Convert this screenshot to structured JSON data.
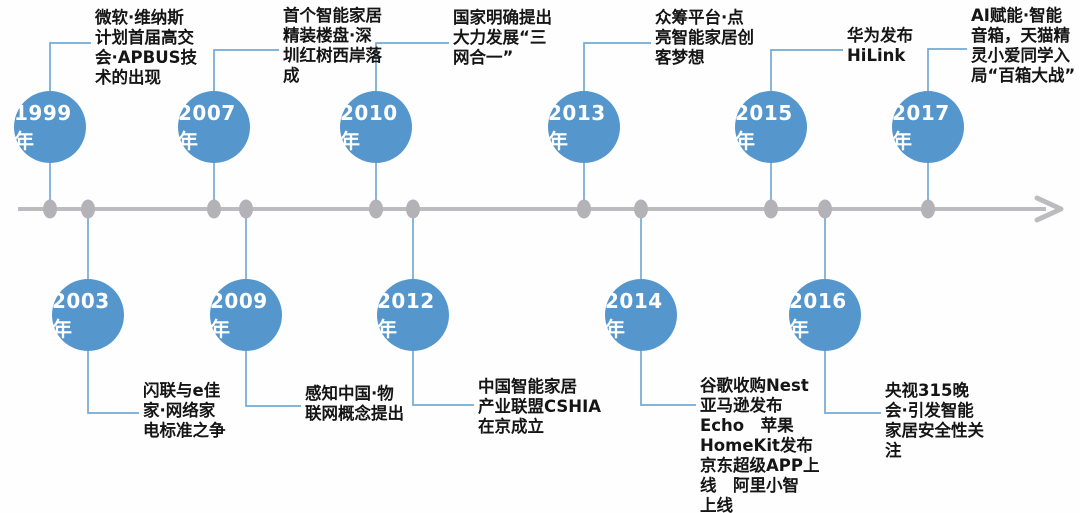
{
  "colors": {
    "circle_blue": "#5596cd",
    "connector_blue": "#74a9d4",
    "axis_gray": "#bcbcbf",
    "dot_gray": "#b3b3b7",
    "text_ink": "#151515"
  },
  "timeline": {
    "type": "timeline",
    "direction": "left-to-right",
    "events": [
      {
        "year": "1999年",
        "side": "above",
        "description": "微软·维纳斯\n计划首届高交\n会·APBUS技\n术的出现"
      },
      {
        "year": "2003年",
        "side": "below",
        "description": "闪联与e佳\n家·网络家\n电标准之争"
      },
      {
        "year": "2007年",
        "side": "above",
        "description": "首个智能家居\n精装楼盘·深\n圳红树西岸落\n成"
      },
      {
        "year": "2009年",
        "side": "below",
        "description": "感知中国·物\n联网概念提出"
      },
      {
        "year": "2010年",
        "side": "above",
        "description": "国家明确提出\n大力发展“三\n网合一”"
      },
      {
        "year": "2012年",
        "side": "below",
        "description": "中国智能家居\n产业联盟CSHIA\n在京成立"
      },
      {
        "year": "2013年",
        "side": "above",
        "description": "众筹平台·点\n亮智能家居创\n客梦想"
      },
      {
        "year": "2014年",
        "side": "below",
        "description": "谷歌收购Nest\n亚马逊发布\nEcho　苹果\nHomeKit发布\n京东超级APP上\n线　阿里小智\n上线"
      },
      {
        "year": "2015年",
        "side": "above",
        "description": "华为发布\nHiLink"
      },
      {
        "year": "2016年",
        "side": "below",
        "description": "央视315晚\n会·引发智能\n家居安全性关\n注"
      },
      {
        "year": "2017年",
        "side": "above",
        "description": "AI赋能·智能\n音箱，天猫精\n灵小爱同学入\n局“百箱大战”"
      }
    ]
  }
}
